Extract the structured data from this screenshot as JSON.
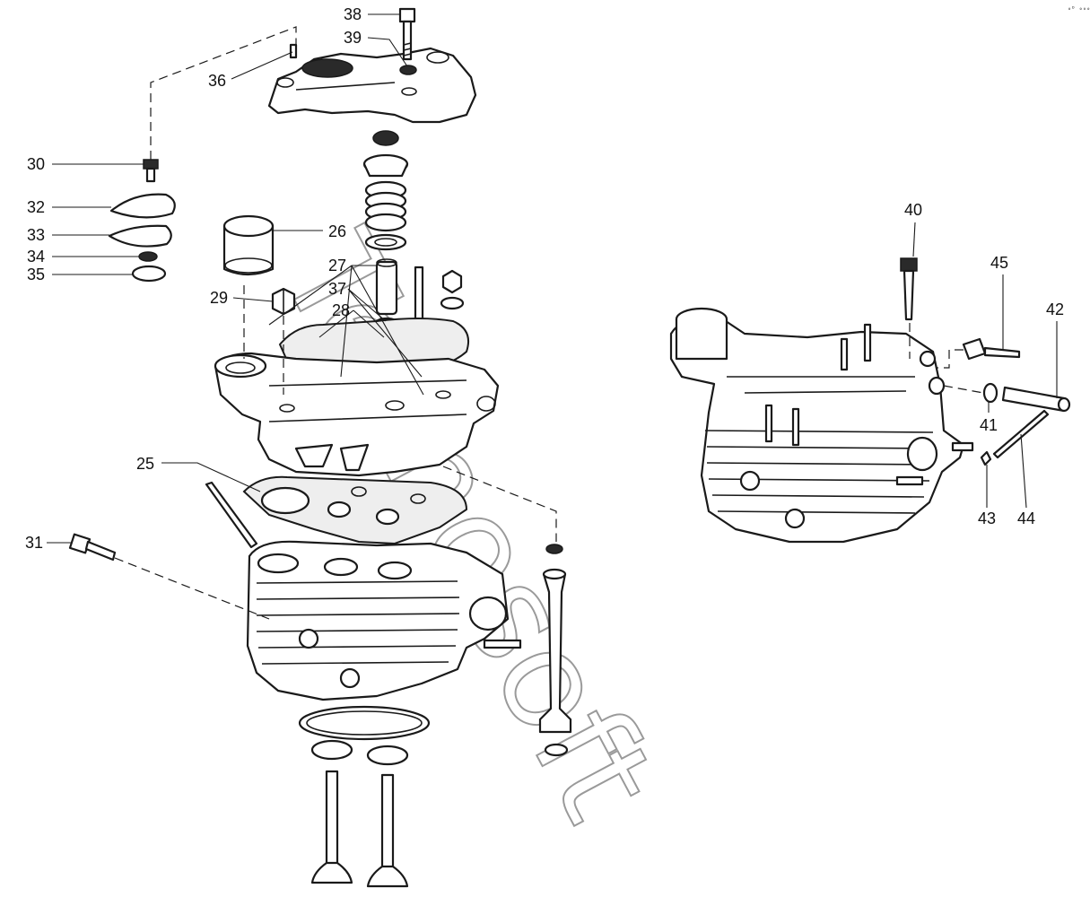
{
  "watermark": "Tecnosoft",
  "corner_mark": "∘ᴰ ∘∘∘",
  "callouts": [
    {
      "id": "c25",
      "num": "25"
    },
    {
      "id": "c26",
      "num": "26"
    },
    {
      "id": "c27",
      "num": "27"
    },
    {
      "id": "c28",
      "num": "28"
    },
    {
      "id": "c29",
      "num": "29"
    },
    {
      "id": "c30",
      "num": "30"
    },
    {
      "id": "c31",
      "num": "31"
    },
    {
      "id": "c32",
      "num": "32"
    },
    {
      "id": "c33",
      "num": "33"
    },
    {
      "id": "c34",
      "num": "34"
    },
    {
      "id": "c35",
      "num": "35"
    },
    {
      "id": "c36",
      "num": "36"
    },
    {
      "id": "c37",
      "num": "37"
    },
    {
      "id": "c38",
      "num": "38"
    },
    {
      "id": "c39",
      "num": "39"
    },
    {
      "id": "c40",
      "num": "40"
    },
    {
      "id": "c41",
      "num": "41"
    },
    {
      "id": "c42",
      "num": "42"
    },
    {
      "id": "c43",
      "num": "43"
    },
    {
      "id": "c44",
      "num": "44"
    },
    {
      "id": "c45",
      "num": "45"
    }
  ]
}
